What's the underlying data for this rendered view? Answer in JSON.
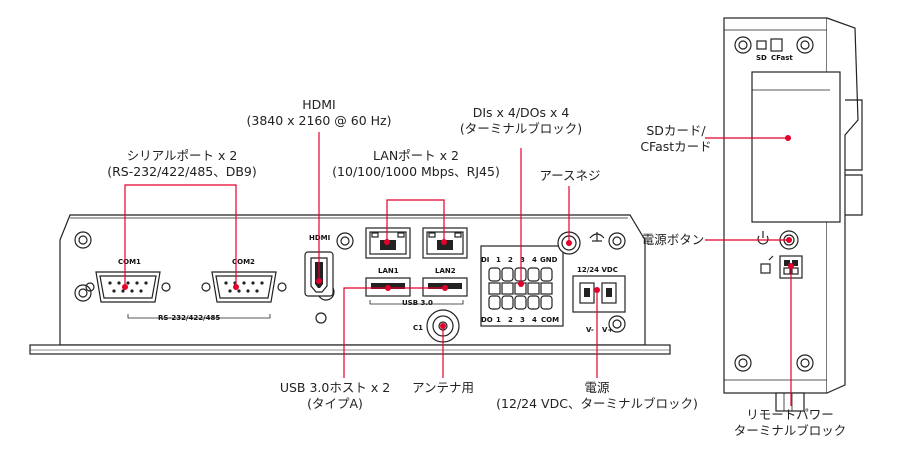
{
  "colors": {
    "callout": "#e3002b",
    "body": "#ffffff",
    "stroke": "#222222"
  },
  "callouts": {
    "hdmi": {
      "line1": "HDMI",
      "line2": "(3840 x 2160 @ 60 Hz)"
    },
    "serial": {
      "line1": "シリアルポート x 2",
      "line2": "(RS-232/422/485、DB9)"
    },
    "lan": {
      "line1": "LANポート x 2",
      "line2": "(10/100/1000 Mbps、RJ45)"
    },
    "dio": {
      "line1": "DIs x 4/DOs x 4",
      "line2": "(ターミナルブロック)"
    },
    "ground": {
      "line1": "アースネジ"
    },
    "storage": {
      "line1": "SDカード/",
      "line2": "CFastカード"
    },
    "power_button": {
      "line1": "電源ボタン"
    },
    "usb": {
      "line1": "USB 3.0ホスト x 2",
      "line2": "(タイプA)"
    },
    "antenna": {
      "line1": "アンテナ用"
    },
    "power": {
      "line1": "電源",
      "line2": "(12/24 VDC、ターミナルブロック)"
    },
    "remote_power": {
      "line1": "リモートパワー",
      "line2": "ターミナルブロック"
    }
  },
  "panel_labels": {
    "com1": "COM1",
    "com2": "COM2",
    "rs": "RS-232/422/485",
    "hdmi": "HDMI",
    "lan1": "LAN1",
    "lan2": "LAN2",
    "usb30": "USB 3.0",
    "c1": "C1",
    "di": "DI",
    "do": "DO",
    "gnd": "GND",
    "com": "COM",
    "n1": "1",
    "n2": "2",
    "n3": "3",
    "n4": "4",
    "vdc": "12/24 VDC",
    "vminus": "V-",
    "vplus": "V+",
    "sd": "SD",
    "cfast": "CFast"
  }
}
